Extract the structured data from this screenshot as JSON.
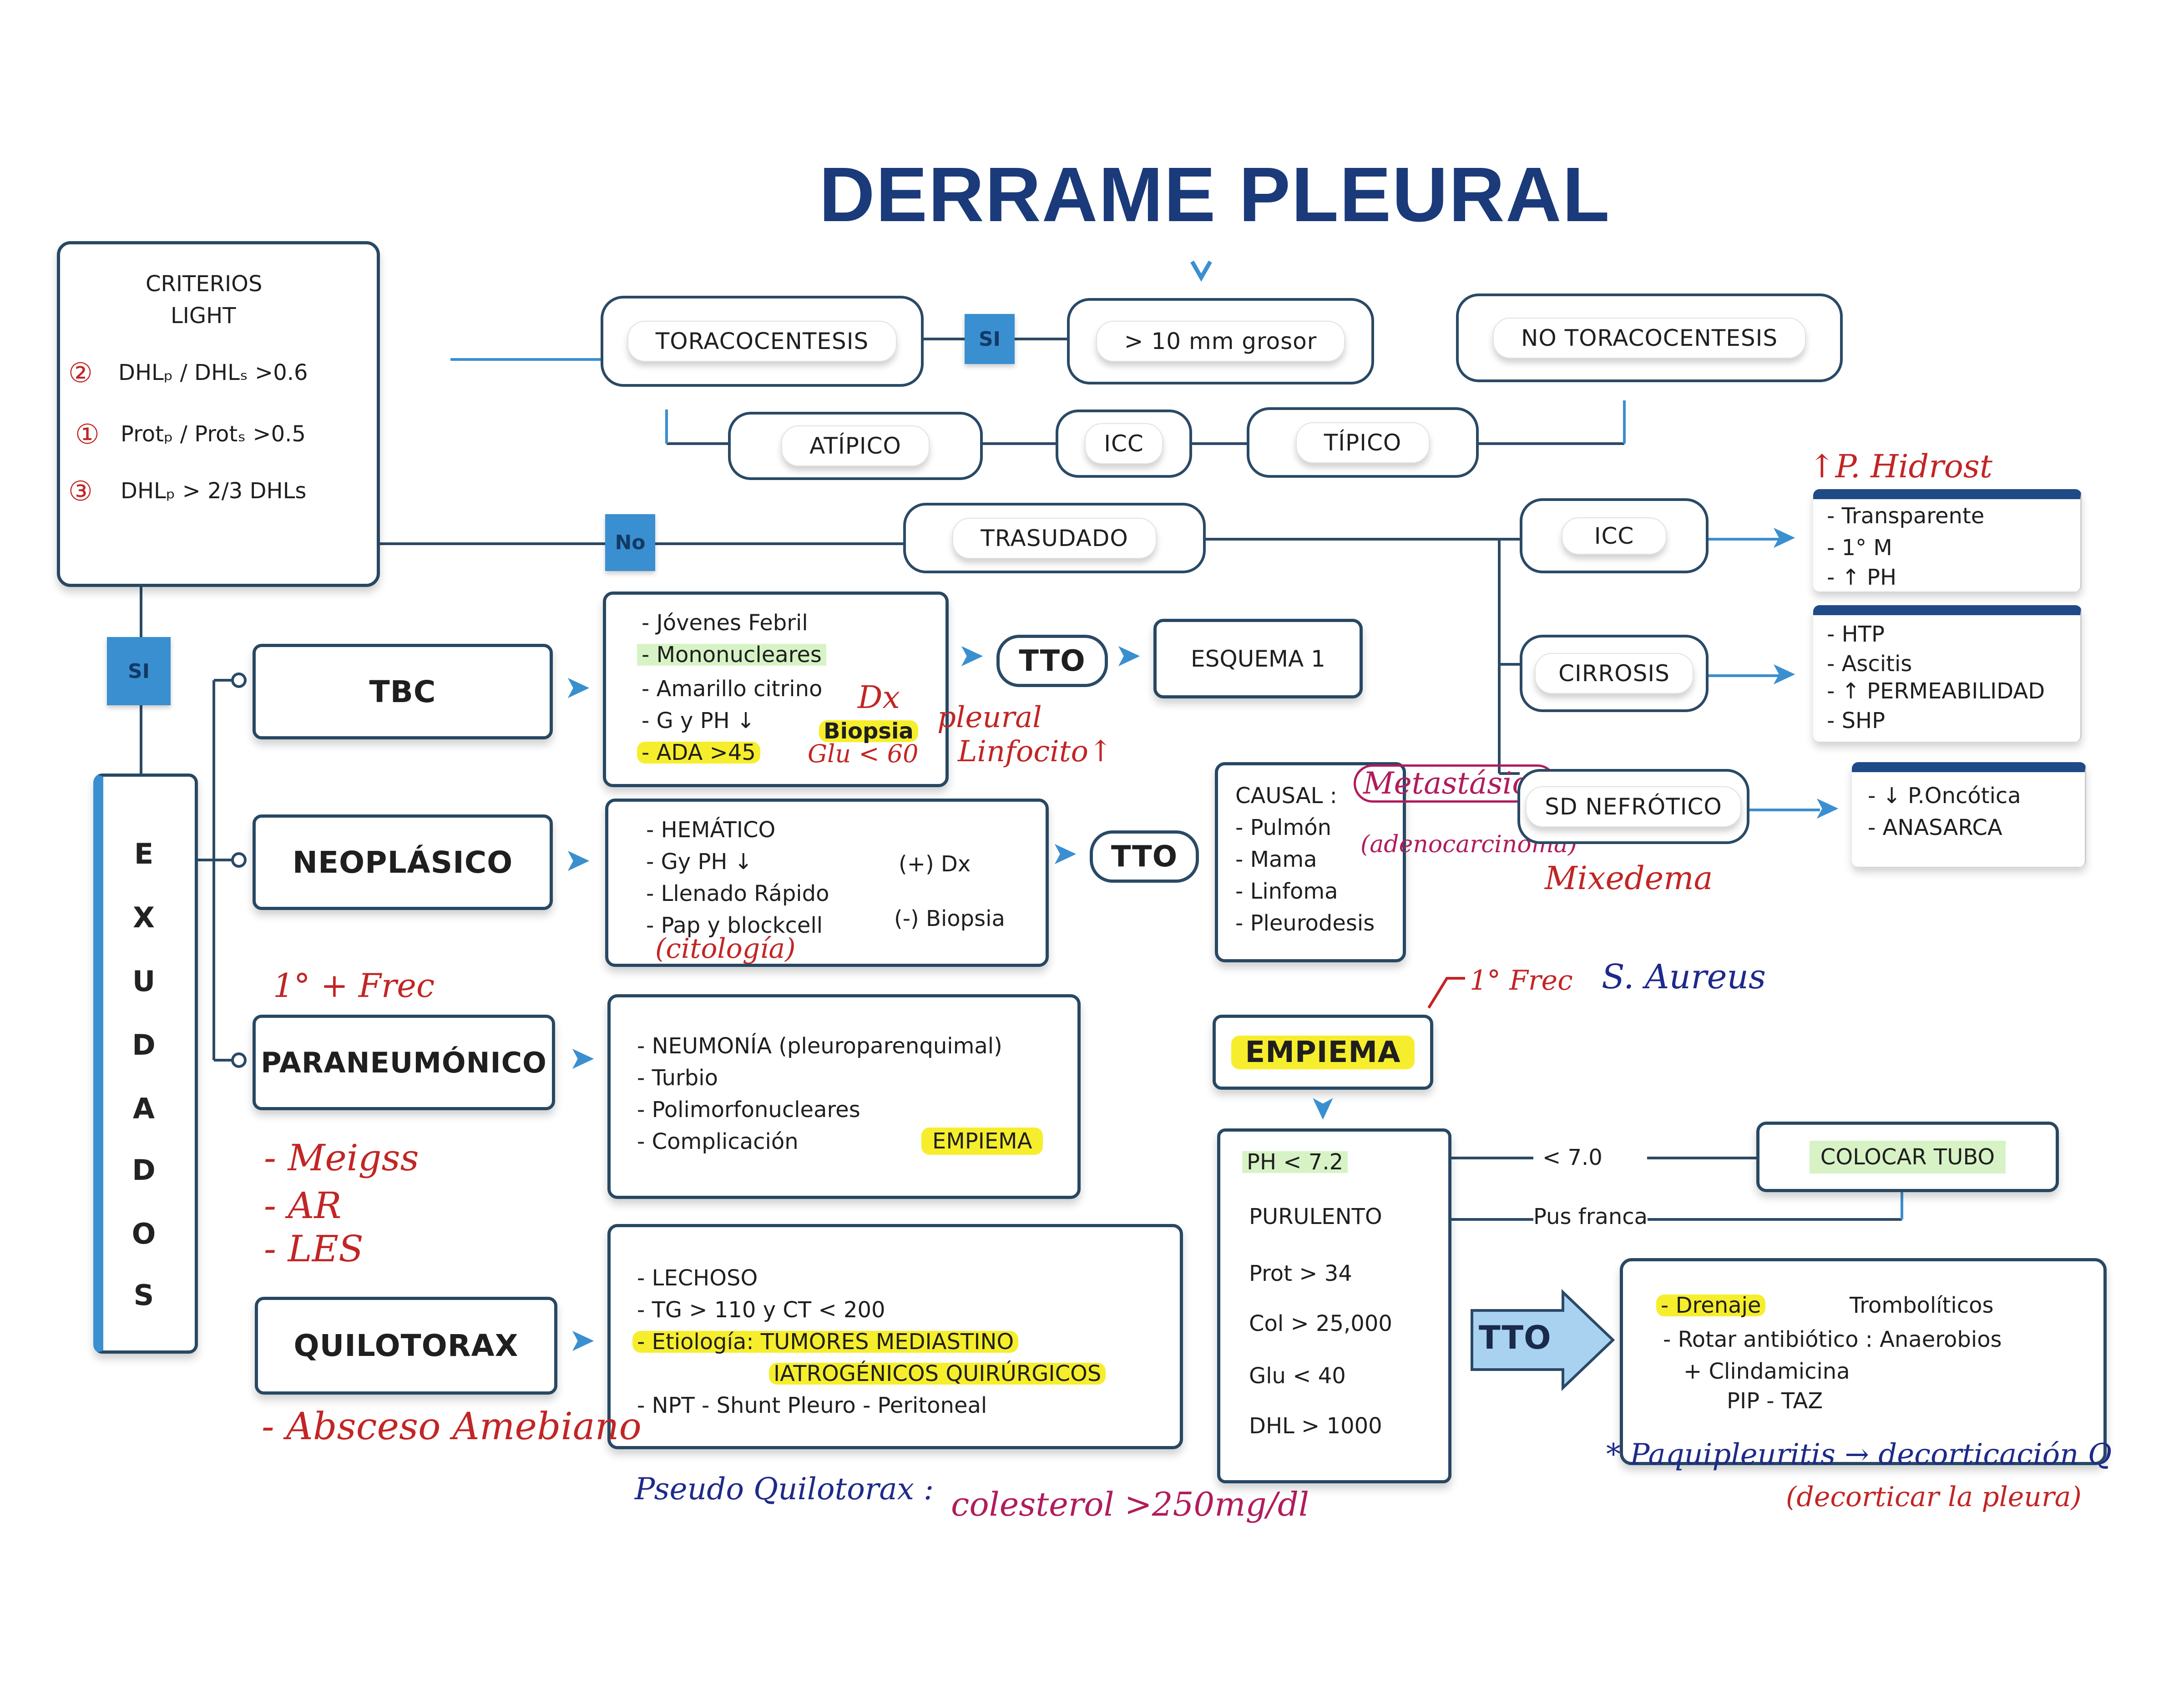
{
  "title": "DERRAME PLEURAL",
  "colors": {
    "title": "#1a3a7a",
    "border": "#274863",
    "accent": "#3a8fd0",
    "highlight_yellow": "#f6ee2c",
    "highlight_green": "#d7f3c6",
    "handwriting_red": "#c22525",
    "handwriting_blue": "#1e2a8a",
    "handwriting_magenta": "#b01c5c"
  },
  "light": {
    "title_line1": "CRITERIOS",
    "title_line2": "LIGHT",
    "items": [
      "DHLₚ / DHLₛ >0.6",
      "Protₚ / Protₛ >0.5",
      "DHLₚ > 2/3 DHLs"
    ],
    "item_marks": [
      "②",
      "①",
      "③"
    ]
  },
  "flow": {
    "toracocentesis": "TORACOCENTESIS",
    "si_label": "SI",
    "grosor": "> 10 mm grosor",
    "no_toracocentesis": "NO TORACOCENTESIS",
    "atipico": "ATÍPICO",
    "icc": "ICC",
    "tipico": "TÍPICO",
    "no_label": "No",
    "trasudado": "TRASUDADO",
    "si_exudado": "SI"
  },
  "exudados_letters": [
    "E",
    "X",
    "U",
    "D",
    "A",
    "D",
    "O",
    "S"
  ],
  "tbc": {
    "label": "TBC",
    "details": [
      "- Jóvenes Febril",
      "- Mononucleares",
      "- Amarillo citrino",
      "- G y PH ↓",
      "- ADA >45"
    ],
    "biopsia": "Biopsia",
    "glu": "Glu < 60",
    "dx_note": "Dx",
    "pleural_note": "pleural",
    "linfocito_note": "Linfocito↑",
    "tto": "TTO",
    "esquema": "ESQUEMA 1"
  },
  "neoplasico": {
    "label": "NEOPLÁSICO",
    "details": [
      "- HEMÁTICO",
      "- Gy PH ↓",
      "- Llenado Rápido",
      "- Pap y blockcell"
    ],
    "pos_dx": "(+) Dx",
    "neg_biopsia": "(-) Biopsia",
    "citologia_note": "(citología)",
    "tto": "TTO",
    "causal_title": "CAUSAL :",
    "causal_items": [
      "- Pulmón",
      "- Mama",
      "- Linfoma",
      "- Pleurodesis"
    ],
    "metastasico_note": "Metastásico",
    "adenocarcinoma_note": "(adenocarcinoma)"
  },
  "paraneumonico": {
    "label": "PARANEUMÓNICO",
    "freq_note": "1° + Frec",
    "details": [
      "- NEUMONÍA (pleuroparenquimal)",
      "- Turbio",
      "- Polimorfonucleares",
      "- Complicación"
    ],
    "empiema_tag": "EMPIEMA"
  },
  "quilotorax": {
    "label": "QUILOTORAX",
    "details": [
      "- LECHOSO",
      "- TG > 110 y CT < 200",
      "- NPT - Shunt Pleuro - Peritoneal"
    ],
    "etiologia": "- Etiología: TUMORES MEDIASTINO",
    "etiologia2": "IATROGÉNICOS QUIRÚRGICOS",
    "pseudo_note": "Pseudo Quilotorax :",
    "colesterol_note": "colesterol >250mg/dl"
  },
  "red_notes": [
    "- Meigss",
    "- AR",
    "- LES",
    "- Absceso Amebiano"
  ],
  "trasudado_causes": {
    "icc": "ICC",
    "icc_details": [
      "- Transparente",
      "- 1° M",
      "- ↑ PH"
    ],
    "hidrost_note": "↑P. Hidrost",
    "cirrosis": "CIRROSIS",
    "cirrosis_details": [
      "- HTP",
      "- Ascitis",
      "- ↑ PERMEABILIDAD",
      "- SHP"
    ],
    "sd_nefrotico": "SD NEFRÓTICO",
    "sd_details": [
      "- ↓ P.Oncótica",
      "- ANASARCA"
    ],
    "mixedema_note": "Mixedema"
  },
  "empiema": {
    "label": "EMPIEMA",
    "freq_note": "1° Frec",
    "aureus_note": "S. Aureus",
    "criteria": [
      "PH < 7.2",
      "PURULENTO",
      "Prot > 34",
      "Col > 25,000",
      "Glu < 40",
      "DHL > 1000"
    ],
    "lt7": "< 7.0",
    "pus": "Pus franca",
    "tubo": "COLOCAR TUBO",
    "tto": "TTO",
    "drenaje": "- Drenaje",
    "tromboliticos": "Trombolíticos",
    "rotar": "- Rotar antibiótico : Anaerobios",
    "clinda": "+ Clindamicina",
    "piptaz": "PIP - TAZ",
    "paqui_note": "* Paquipleuritis → decorticación Q",
    "decort_note": "(decorticar la pleura)"
  }
}
